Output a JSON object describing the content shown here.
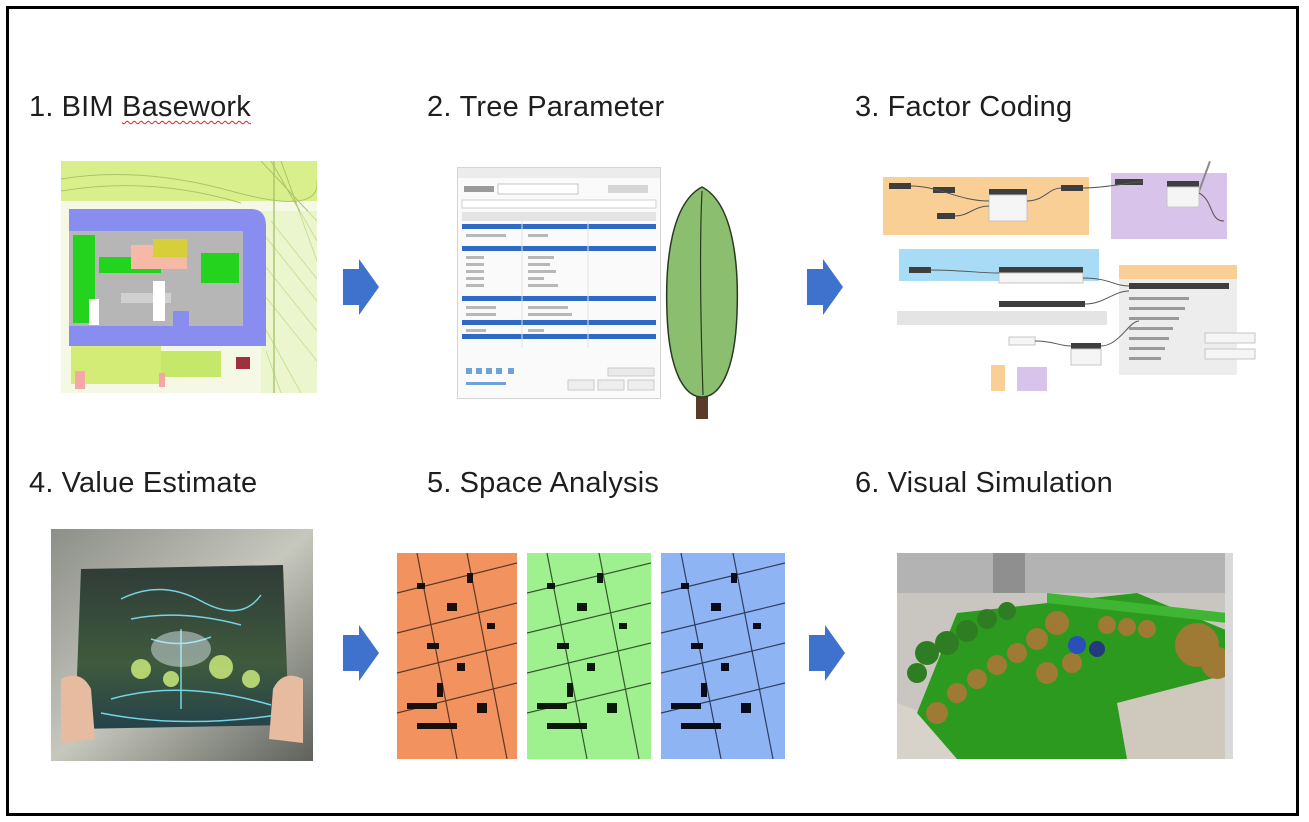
{
  "steps": [
    {
      "number": "1.",
      "label": "BIM",
      "label_underlined": "Basework"
    },
    {
      "number": "2.",
      "label": "Tree Parameter"
    },
    {
      "number": "3.",
      "label": "Factor Coding"
    },
    {
      "number": "4.",
      "label": "Value Estimate"
    },
    {
      "number": "5.",
      "label": "Space Analysis"
    },
    {
      "number": "6.",
      "label": "Visual Simulation"
    }
  ],
  "colors": {
    "arrow": "#3f72cc",
    "border": "#000000",
    "title": "#1e1e1e",
    "spellcheck": "#e0202a",
    "analysis_panels": [
      "#f2925e",
      "#9ff08e",
      "#8fb4f4"
    ]
  },
  "icons": [
    "flow-arrow-icon",
    "tree-icon"
  ]
}
